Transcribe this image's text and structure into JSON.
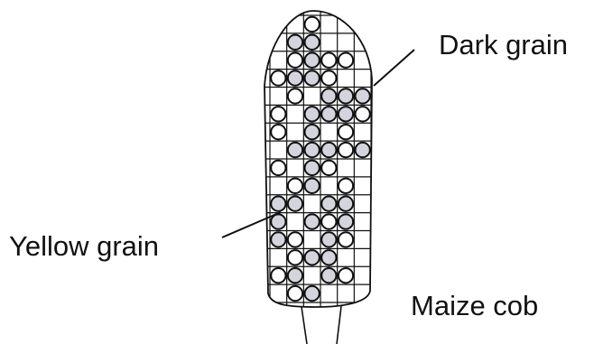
{
  "labels": {
    "dark_grain": "Dark grain",
    "yellow_grain": "Yellow grain",
    "maize_cob": "Maize cob"
  },
  "grid": {
    "columns": 6,
    "rows": 16
  },
  "grains": {
    "dark": [
      [
        1,
        1
      ],
      [
        1,
        2
      ],
      [
        2,
        2
      ],
      [
        3,
        1
      ],
      [
        3,
        2
      ],
      [
        4,
        3
      ],
      [
        4,
        4
      ],
      [
        4,
        5
      ],
      [
        5,
        2
      ],
      [
        5,
        3
      ],
      [
        5,
        4
      ],
      [
        6,
        2
      ],
      [
        7,
        1
      ],
      [
        7,
        2
      ],
      [
        7,
        3
      ],
      [
        7,
        5
      ],
      [
        8,
        2
      ],
      [
        9,
        2
      ],
      [
        10,
        0
      ],
      [
        10,
        1
      ],
      [
        10,
        3
      ],
      [
        10,
        4
      ],
      [
        11,
        0
      ],
      [
        11,
        2
      ],
      [
        11,
        4
      ],
      [
        12,
        0
      ],
      [
        12,
        3
      ],
      [
        13,
        2
      ],
      [
        13,
        3
      ],
      [
        14,
        1
      ],
      [
        14,
        3
      ],
      [
        15,
        2
      ]
    ],
    "yellow": [
      [
        0,
        2
      ],
      [
        2,
        1
      ],
      [
        2,
        3
      ],
      [
        2,
        4
      ],
      [
        3,
        0
      ],
      [
        3,
        3
      ],
      [
        4,
        1
      ],
      [
        5,
        0
      ],
      [
        5,
        5
      ],
      [
        6,
        0
      ],
      [
        6,
        4
      ],
      [
        7,
        4
      ],
      [
        8,
        0
      ],
      [
        8,
        3
      ],
      [
        9,
        1
      ],
      [
        9,
        4
      ],
      [
        11,
        3
      ],
      [
        12,
        1
      ],
      [
        12,
        4
      ],
      [
        13,
        1
      ],
      [
        14,
        0
      ],
      [
        14,
        4
      ],
      [
        15,
        1
      ]
    ]
  },
  "colors": {
    "line": "#111111",
    "dark_grain_fill": "#d4d4dc",
    "yellow_grain_fill": "#ffffff"
  }
}
